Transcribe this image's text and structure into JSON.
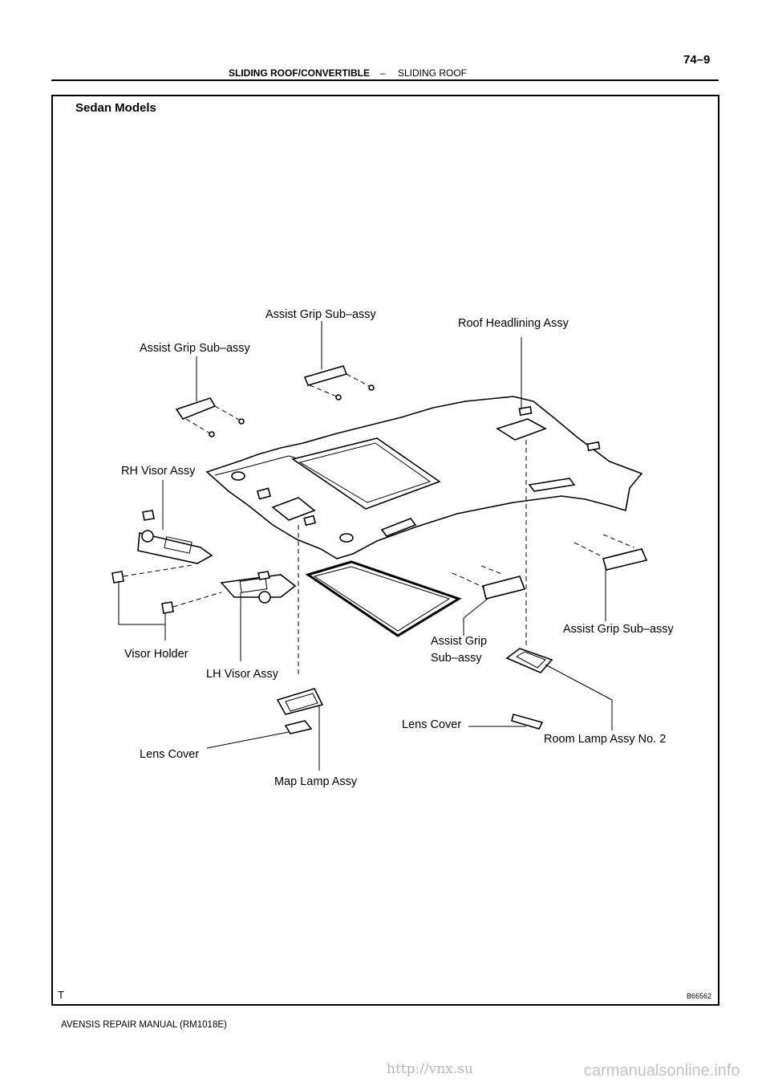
{
  "header": {
    "chapter": "SLIDING ROOF/CONVERTIBLE",
    "separator": "–",
    "section": "SLIDING ROOF",
    "page_number": "74–9"
  },
  "figure": {
    "heading": "Sedan Models",
    "figure_id": "B66562",
    "corner_mark": "T",
    "labels": {
      "assist_grip_rear_top": "Assist Grip Sub–assy",
      "roof_headlining": "Roof Headlining Assy",
      "assist_grip_front_left": "Assist Grip Sub–assy",
      "rh_visor": "RH Visor Assy",
      "assist_grip_right": "Assist Grip Sub–assy",
      "assist_grip_center_line1": "Assist Grip",
      "assist_grip_center_line2": "Sub–assy",
      "visor_holder": "Visor Holder",
      "lh_visor": "LH Visor Assy",
      "lens_cover_right": "Lens Cover",
      "room_lamp": "Room Lamp Assy No. 2",
      "lens_cover_left": "Lens Cover",
      "map_lamp": "Map Lamp Assy"
    }
  },
  "footer": {
    "manual": "AVENSIS REPAIR MANUAL   (RM1018E)"
  },
  "watermarks": {
    "url": "http://vnx.su",
    "site": "carmanualsonline.info"
  }
}
